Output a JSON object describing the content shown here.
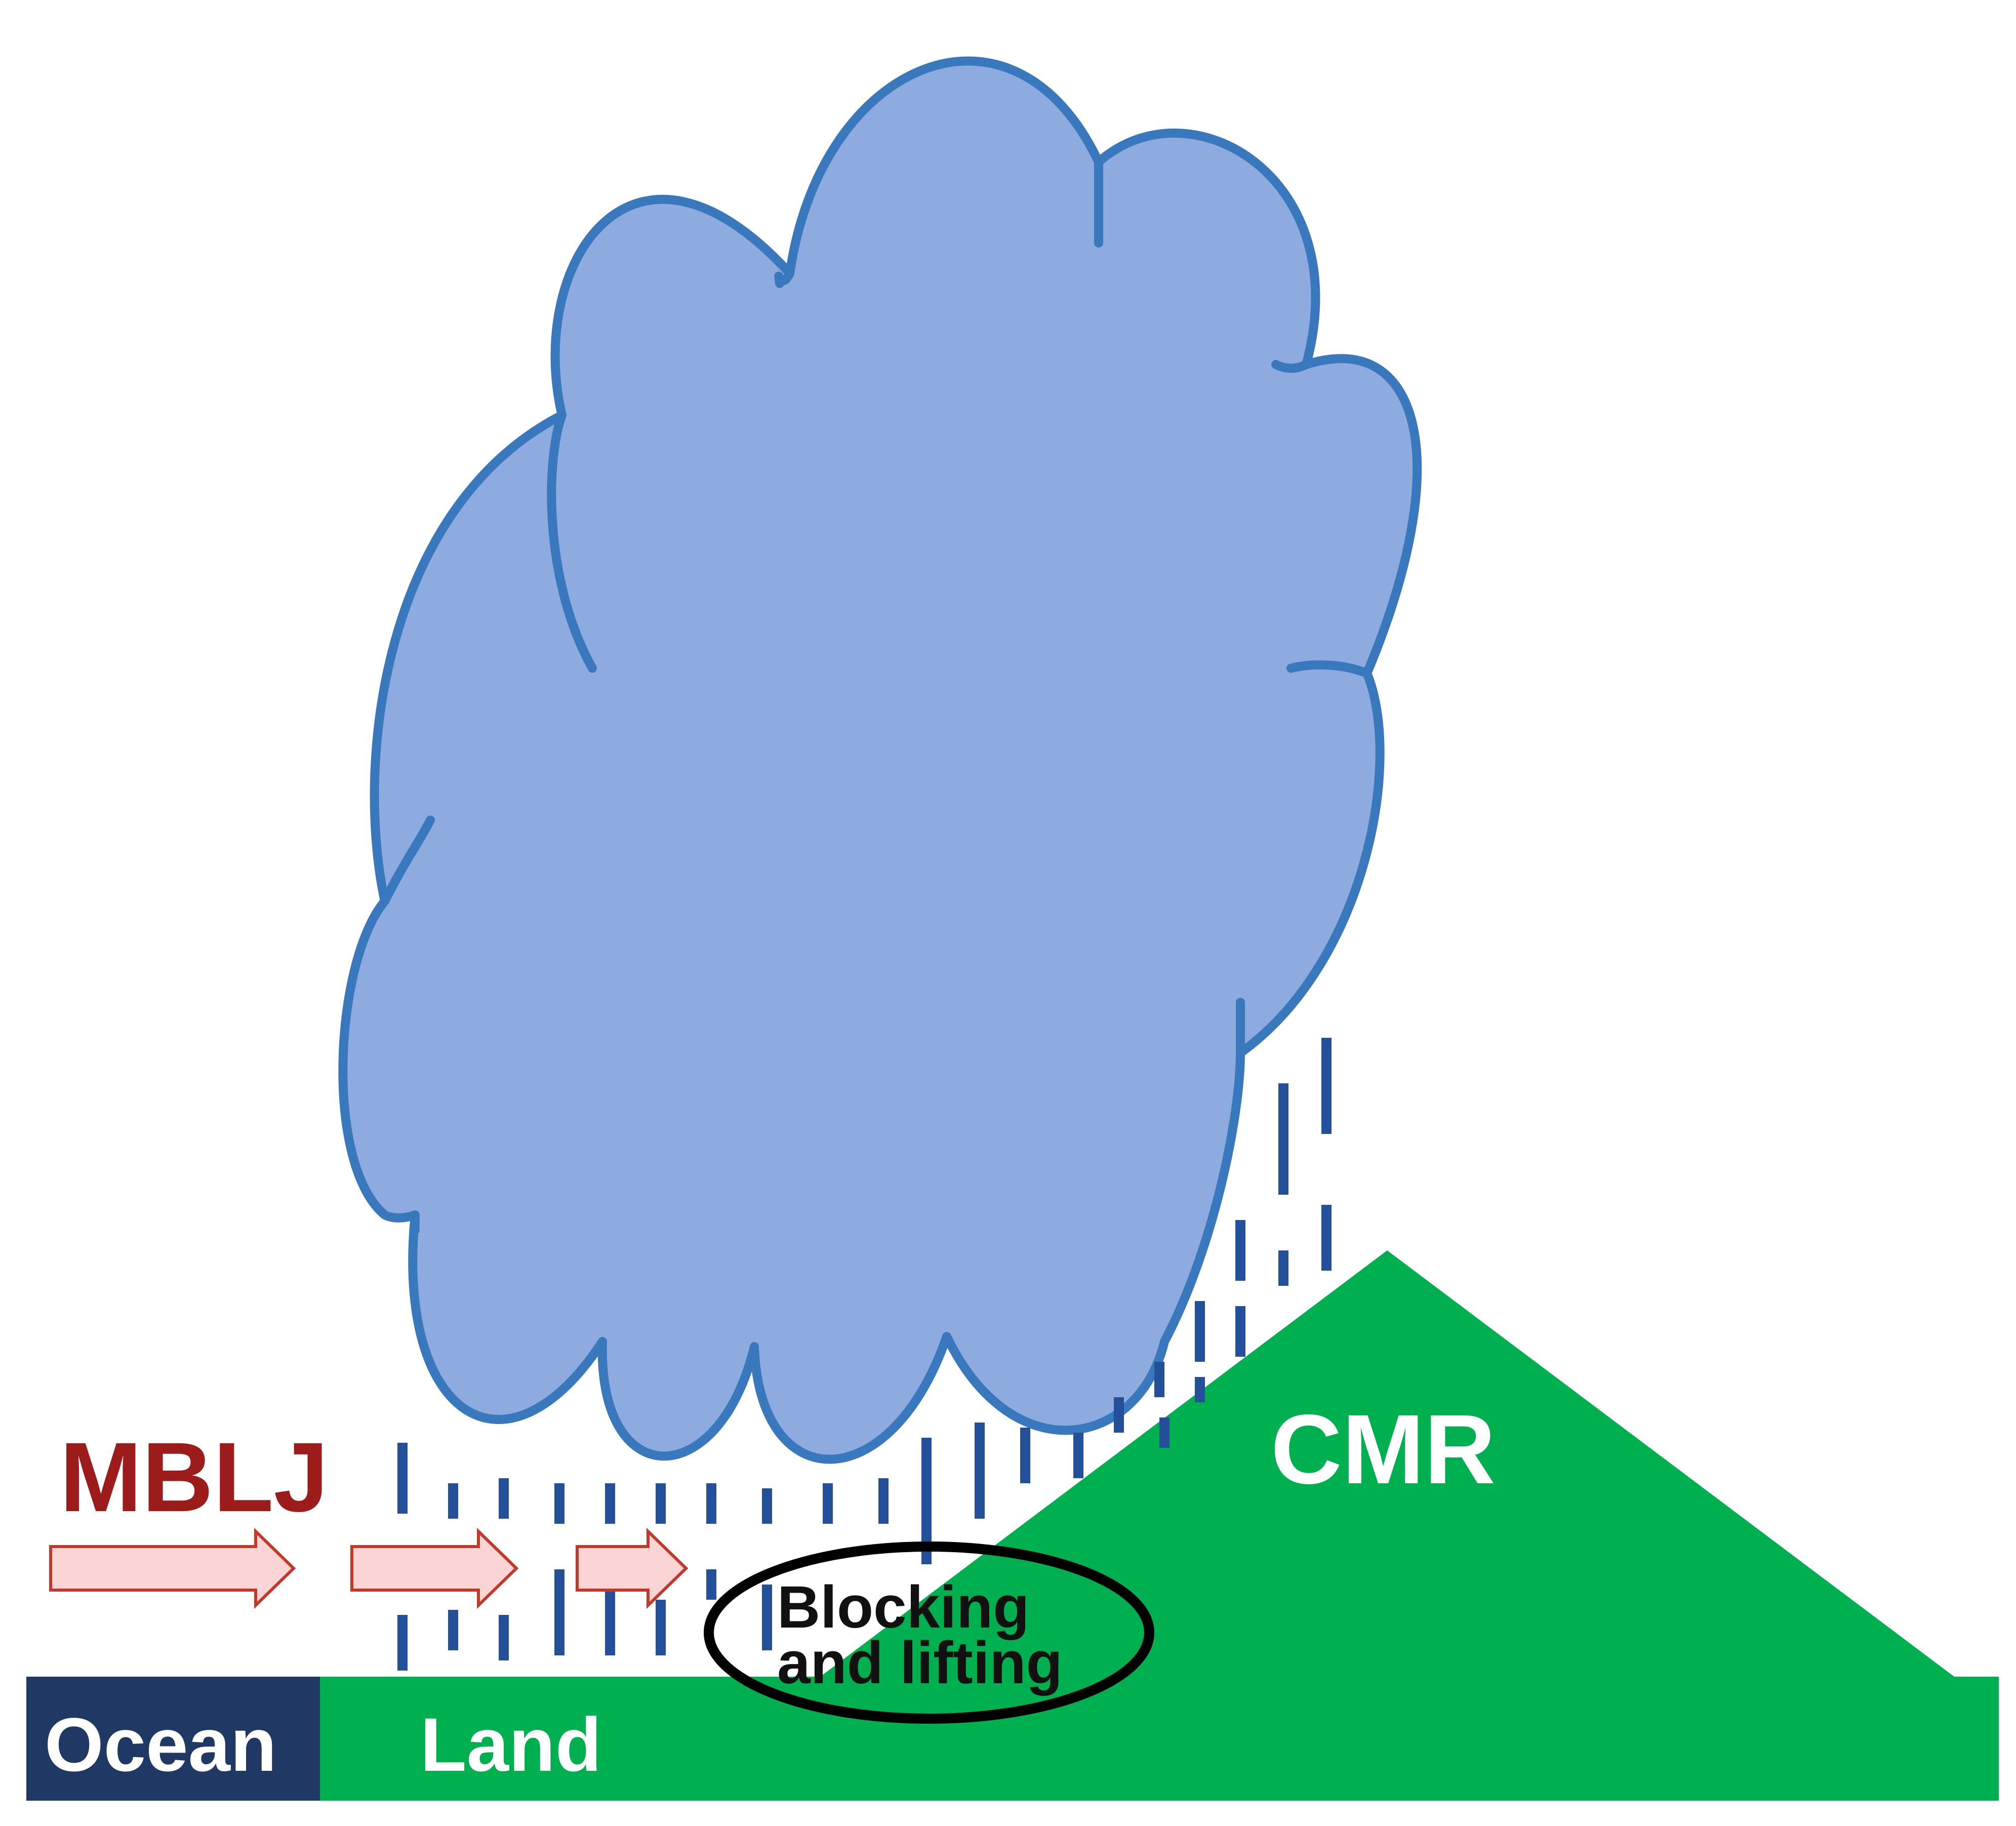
{
  "labels": {
    "mblj": "MBLJ",
    "ocean": "Ocean",
    "land": "Land",
    "cmr": "CMR",
    "blocking_line1": "Blocking",
    "blocking_line2": "and lifting"
  },
  "colors": {
    "cloud_fill": "#8eabe0",
    "cloud_stroke": "#3a78bd",
    "rain": "#24509a",
    "land": "#00b050",
    "ocean": "#1f3864",
    "mblj_text": "#9c1c1c",
    "arrow_fill": "#fbd5d5",
    "arrow_stroke": "#c0392b",
    "ellipse": "#000000"
  },
  "icons": {
    "arrows": "right-arrow-icon",
    "ellipse": "ellipse-outline"
  }
}
